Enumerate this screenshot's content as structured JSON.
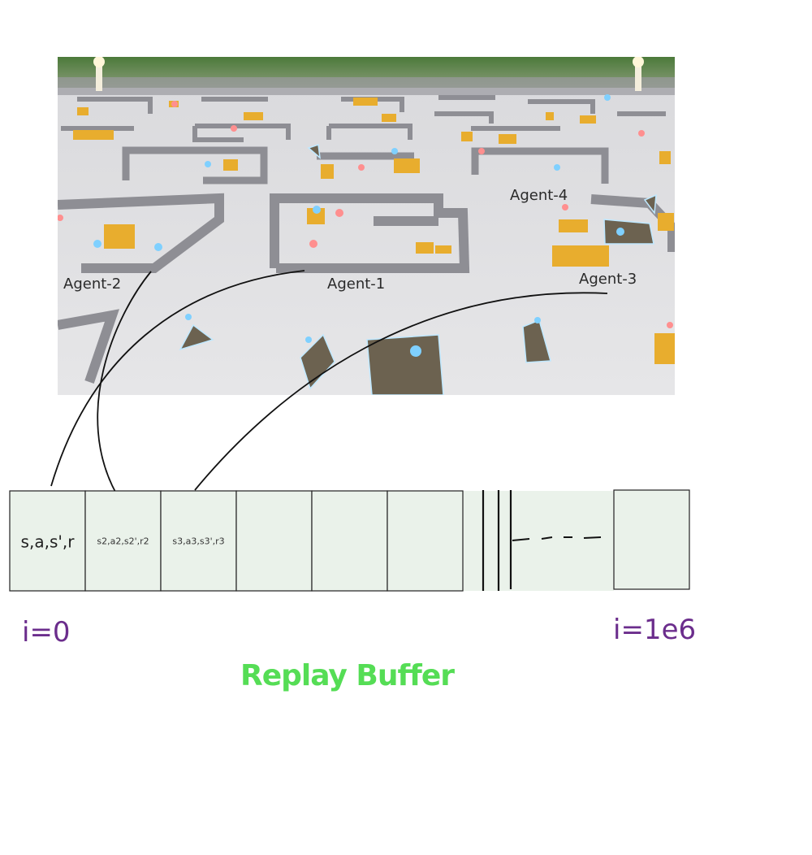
{
  "scene": {
    "agents": [
      {
        "id": "agent-1",
        "label": "Agent-1"
      },
      {
        "id": "agent-2",
        "label": "Agent-2"
      },
      {
        "id": "agent-3",
        "label": "Agent-3"
      },
      {
        "id": "agent-4",
        "label": "Agent-4"
      }
    ]
  },
  "buffer": {
    "title": "Replay Buffer",
    "start_index": "i=0",
    "end_index": "i=1e6",
    "cells": [
      "s,a,s',r",
      "s2,a2,s2',r2",
      "s3,a3,s3',r3",
      "",
      "",
      ""
    ],
    "fill_color": "#eaf2ea",
    "title_color": "#55dd55",
    "index_color": "#6b2d8c"
  }
}
